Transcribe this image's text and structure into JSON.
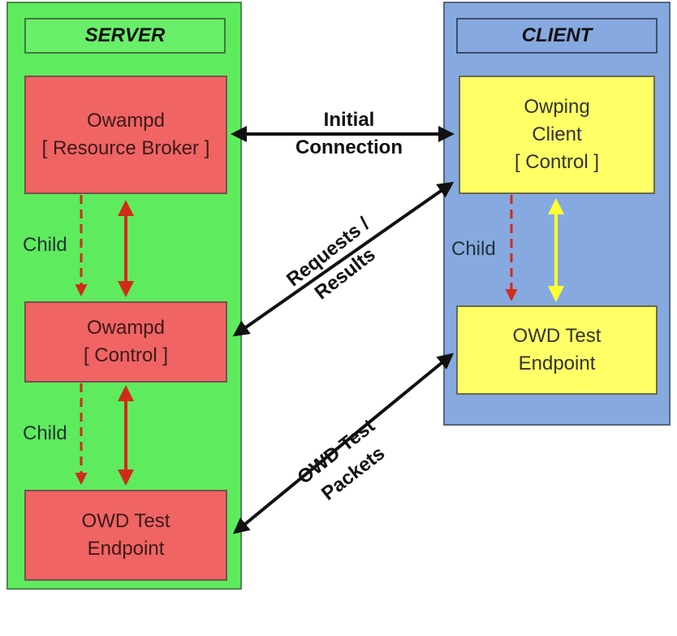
{
  "server": {
    "header": "SERVER",
    "broker": {
      "line1": "Owampd",
      "line2": "[ Resource Broker ]"
    },
    "control": {
      "line1": "Owampd",
      "line2": "[ Control ]"
    },
    "endpoint": {
      "line1": "OWD Test",
      "line2": "Endpoint"
    },
    "child_label_1": "Child",
    "child_label_2": "Child"
  },
  "client": {
    "header": "CLIENT",
    "control": {
      "line1": "Owping",
      "line2": "Client",
      "line3": "[ Control ]"
    },
    "endpoint": {
      "line1": "OWD Test",
      "line2": "Endpoint"
    },
    "child_label": "Child"
  },
  "connections": {
    "initial": {
      "line1": "Initial",
      "line2": "Connection"
    },
    "requests": {
      "line1": "Requests /",
      "line2": "Results"
    },
    "packets": {
      "line1": "OWD Test",
      "line2": "Packets"
    }
  },
  "colors": {
    "server_bg": "#5eeb5e",
    "client_bg": "#86a9e0",
    "server_box": "#f06464",
    "client_box": "#ffff66",
    "arrow_red": "#d22a1a",
    "arrow_yellow": "#ffff33",
    "arrow_black": "#111111"
  }
}
